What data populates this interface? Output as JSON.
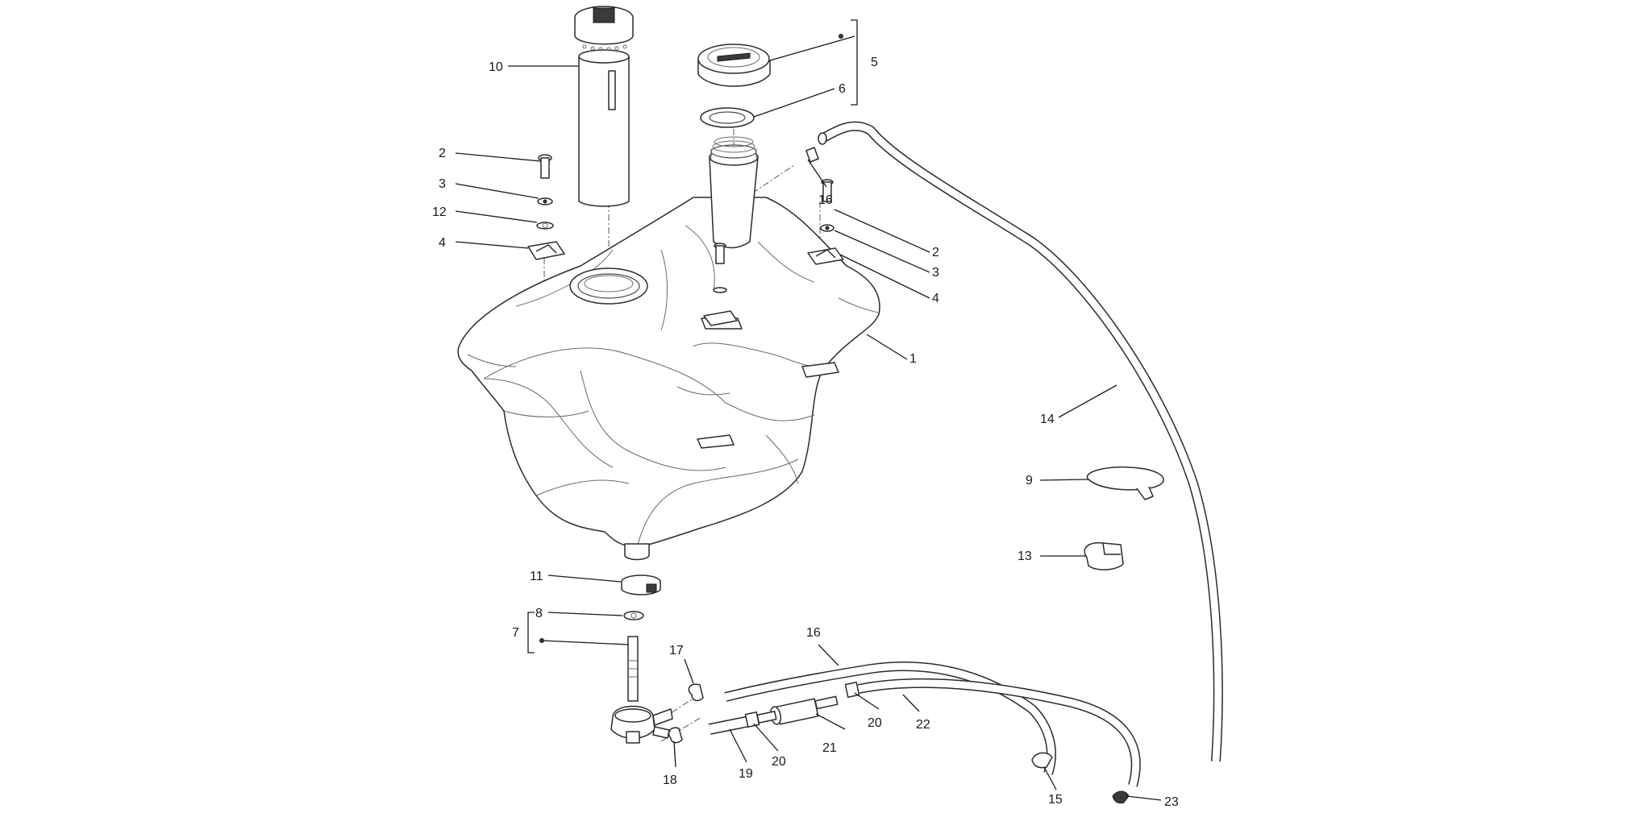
{
  "diagram": {
    "callouts": [
      "1",
      "2",
      "3",
      "4",
      "5",
      "6",
      "7",
      "8",
      "9",
      "10",
      "11",
      "12",
      "13",
      "14",
      "15",
      "16",
      "17",
      "18",
      "19",
      "20",
      "21",
      "22",
      "23"
    ],
    "labels": {
      "l1": "1",
      "l2a": "2",
      "l2b": "2",
      "l3a": "3",
      "l3b": "3",
      "l4a": "4",
      "l4b": "4",
      "l5": "5",
      "l6": "6",
      "l7": "7",
      "l8": "8",
      "l9": "9",
      "l10": "10",
      "l11": "11",
      "l12": "12",
      "l13": "13",
      "l14": "14",
      "l15": "15",
      "l16a": "16",
      "l16b": "16",
      "l17": "17",
      "l18": "18",
      "l19": "19",
      "l20a": "20",
      "l20b": "20",
      "l21": "21",
      "l22": "22",
      "l23": "23"
    }
  }
}
